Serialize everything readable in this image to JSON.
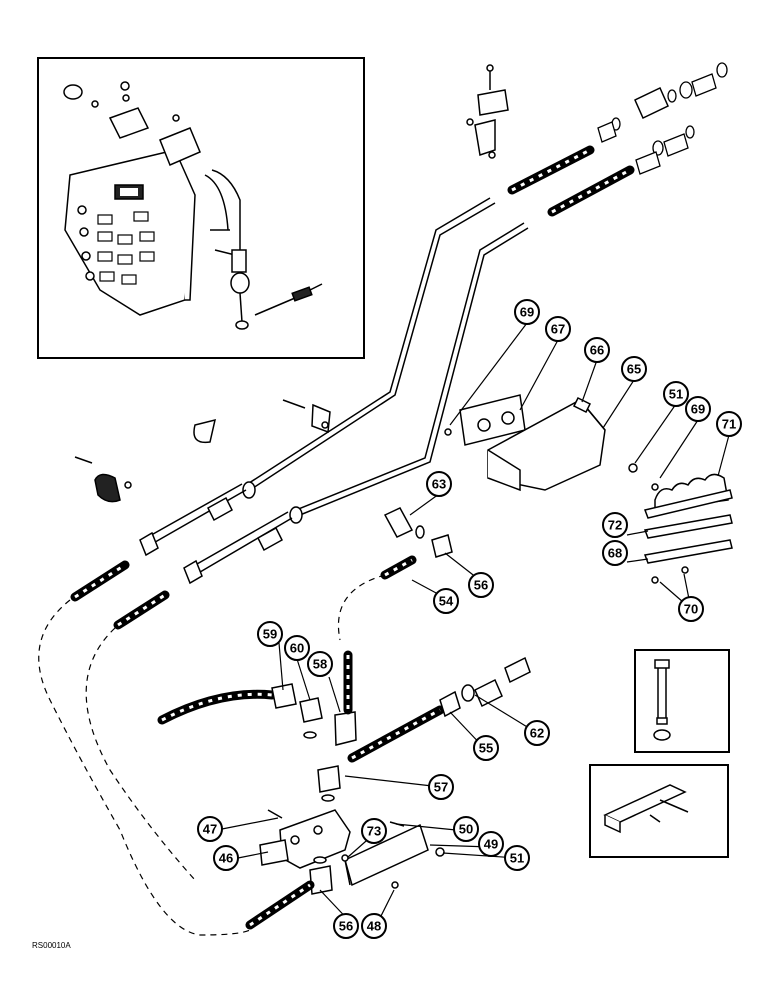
{
  "figure": {
    "reference_code": "RS00010A"
  },
  "callouts": [
    {
      "id": "c69a",
      "label": "69"
    },
    {
      "id": "c67",
      "label": "67"
    },
    {
      "id": "c66",
      "label": "66"
    },
    {
      "id": "c65",
      "label": "65"
    },
    {
      "id": "c51a",
      "label": "51"
    },
    {
      "id": "c69b",
      "label": "69"
    },
    {
      "id": "c71",
      "label": "71"
    },
    {
      "id": "c63",
      "label": "63"
    },
    {
      "id": "c72",
      "label": "72"
    },
    {
      "id": "c68",
      "label": "68"
    },
    {
      "id": "c56a",
      "label": "56"
    },
    {
      "id": "c54",
      "label": "54"
    },
    {
      "id": "c70",
      "label": "70"
    },
    {
      "id": "c59",
      "label": "59"
    },
    {
      "id": "c60",
      "label": "60"
    },
    {
      "id": "c58",
      "label": "58"
    },
    {
      "id": "c62",
      "label": "62"
    },
    {
      "id": "c55",
      "label": "55"
    },
    {
      "id": "c57",
      "label": "57"
    },
    {
      "id": "c73",
      "label": "73"
    },
    {
      "id": "c50",
      "label": "50"
    },
    {
      "id": "c49",
      "label": "49"
    },
    {
      "id": "c47",
      "label": "47"
    },
    {
      "id": "c51b",
      "label": "51"
    },
    {
      "id": "c46",
      "label": "46"
    },
    {
      "id": "c56b",
      "label": "56"
    },
    {
      "id": "c48",
      "label": "48"
    }
  ]
}
